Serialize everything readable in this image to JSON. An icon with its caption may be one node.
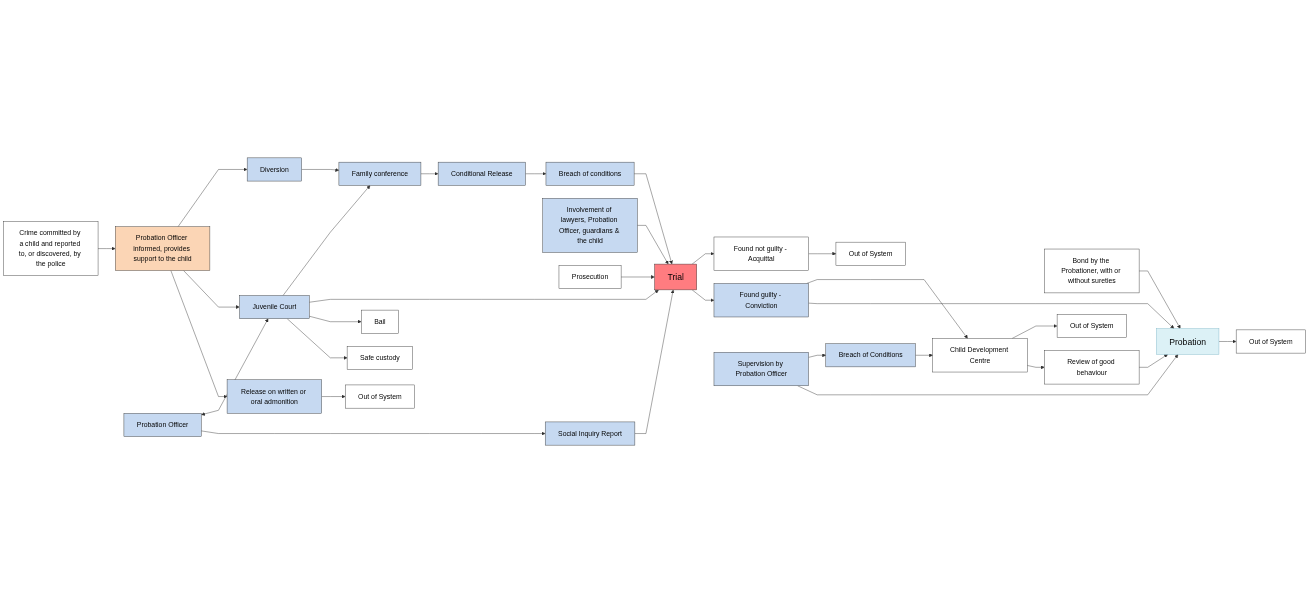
{
  "diagram": {
    "nodes": [
      {
        "text": [
          "Crime committed by a child and reported to, or discovered, by the police"
        ]
      },
      {
        "text": [
          "Probation Officer informed, provides support to the child"
        ]
      },
      {
        "text": [
          "Out of System"
        ]
      },
      {
        "text": [
          "Release on written or oral admonition"
        ]
      },
      {
        "text": [
          "Probation Officer"
        ]
      },
      {
        "text": [
          "Social Inquiry Report"
        ]
      },
      {
        "text": [
          "Juvenile Court"
        ]
      },
      {
        "text": [
          "Safe custody"
        ]
      },
      {
        "text": [
          "Bail"
        ]
      },
      {
        "text": [
          "Involvement of lawyers, Probation Officer, guardians & the child"
        ]
      },
      {
        "text": [
          "Trial"
        ]
      },
      {
        "text": [
          "Prosecution"
        ]
      },
      {
        "text": [
          "Diversion"
        ]
      },
      {
        "text": [
          "Family conference"
        ]
      },
      {
        "text": [
          "Conditional Release"
        ]
      },
      {
        "text": [
          "Breach of conditions"
        ]
      },
      {
        "text": [
          "Found guilty - Conviction"
        ]
      },
      {
        "text": [
          "Found not guilty - Acquittal"
        ]
      },
      {
        "text": [
          "Out of System"
        ]
      },
      {
        "text": [
          "Bond by the Probationer, with or without sureties"
        ]
      },
      {
        "text": [
          "Probation"
        ]
      },
      {
        "text": [
          "Out of System"
        ]
      },
      {
        "text": [
          "Supervision by Probation Officer"
        ]
      },
      {
        "text": [
          "Review of good behaviour"
        ]
      },
      {
        "text": [
          "Breach of Conditions"
        ]
      },
      {
        "text": [
          "Child Development Centre"
        ]
      },
      {
        "text": [
          "Out of System"
        ]
      }
    ],
    "edges": [
      {
        "from": 0,
        "to": 1,
        "arrow": "to"
      },
      {
        "from": 1,
        "to": 3,
        "arrow": "to"
      },
      {
        "from": 1,
        "to": 6,
        "arrow": "to"
      },
      {
        "from": 1,
        "to": 12,
        "arrow": "to"
      },
      {
        "from": 3,
        "to": 2,
        "arrow": "to"
      },
      {
        "from": 4,
        "to": 5,
        "arrow": "to"
      },
      {
        "from": 4,
        "to": 6,
        "arrow": "both"
      },
      {
        "from": 6,
        "to": 7,
        "arrow": "to"
      },
      {
        "from": 6,
        "to": 8,
        "arrow": "to"
      },
      {
        "from": 6,
        "to": 10,
        "arrow": "to"
      },
      {
        "from": 6,
        "to": 13,
        "arrow": "to"
      },
      {
        "from": 5,
        "to": 10,
        "arrow": "to"
      },
      {
        "from": 9,
        "to": 10,
        "arrow": "to"
      },
      {
        "from": 11,
        "to": 10,
        "arrow": "to"
      },
      {
        "from": 15,
        "to": 10,
        "arrow": "to"
      },
      {
        "from": 12,
        "to": 13,
        "arrow": "to"
      },
      {
        "from": 13,
        "to": 14,
        "arrow": "to"
      },
      {
        "from": 14,
        "to": 15,
        "arrow": "to"
      },
      {
        "from": 10,
        "to": 16,
        "arrow": "to"
      },
      {
        "from": 10,
        "to": 17,
        "arrow": "to"
      },
      {
        "from": 17,
        "to": 18,
        "arrow": "to"
      },
      {
        "from": 16,
        "to": 20,
        "arrow": "to"
      },
      {
        "from": 16,
        "to": 25,
        "arrow": "to"
      },
      {
        "from": 19,
        "to": 20,
        "arrow": "to"
      },
      {
        "from": 20,
        "to": 21,
        "arrow": "to"
      },
      {
        "from": 22,
        "to": 20,
        "arrow": "to"
      },
      {
        "from": 25,
        "to": 23,
        "arrow": "to"
      },
      {
        "from": 23,
        "to": 20,
        "arrow": "to"
      },
      {
        "from": 22,
        "to": 24,
        "arrow": "to"
      },
      {
        "from": 24,
        "to": 25,
        "arrow": "to"
      },
      {
        "from": 25,
        "to": 26,
        "arrow": "to"
      }
    ]
  }
}
